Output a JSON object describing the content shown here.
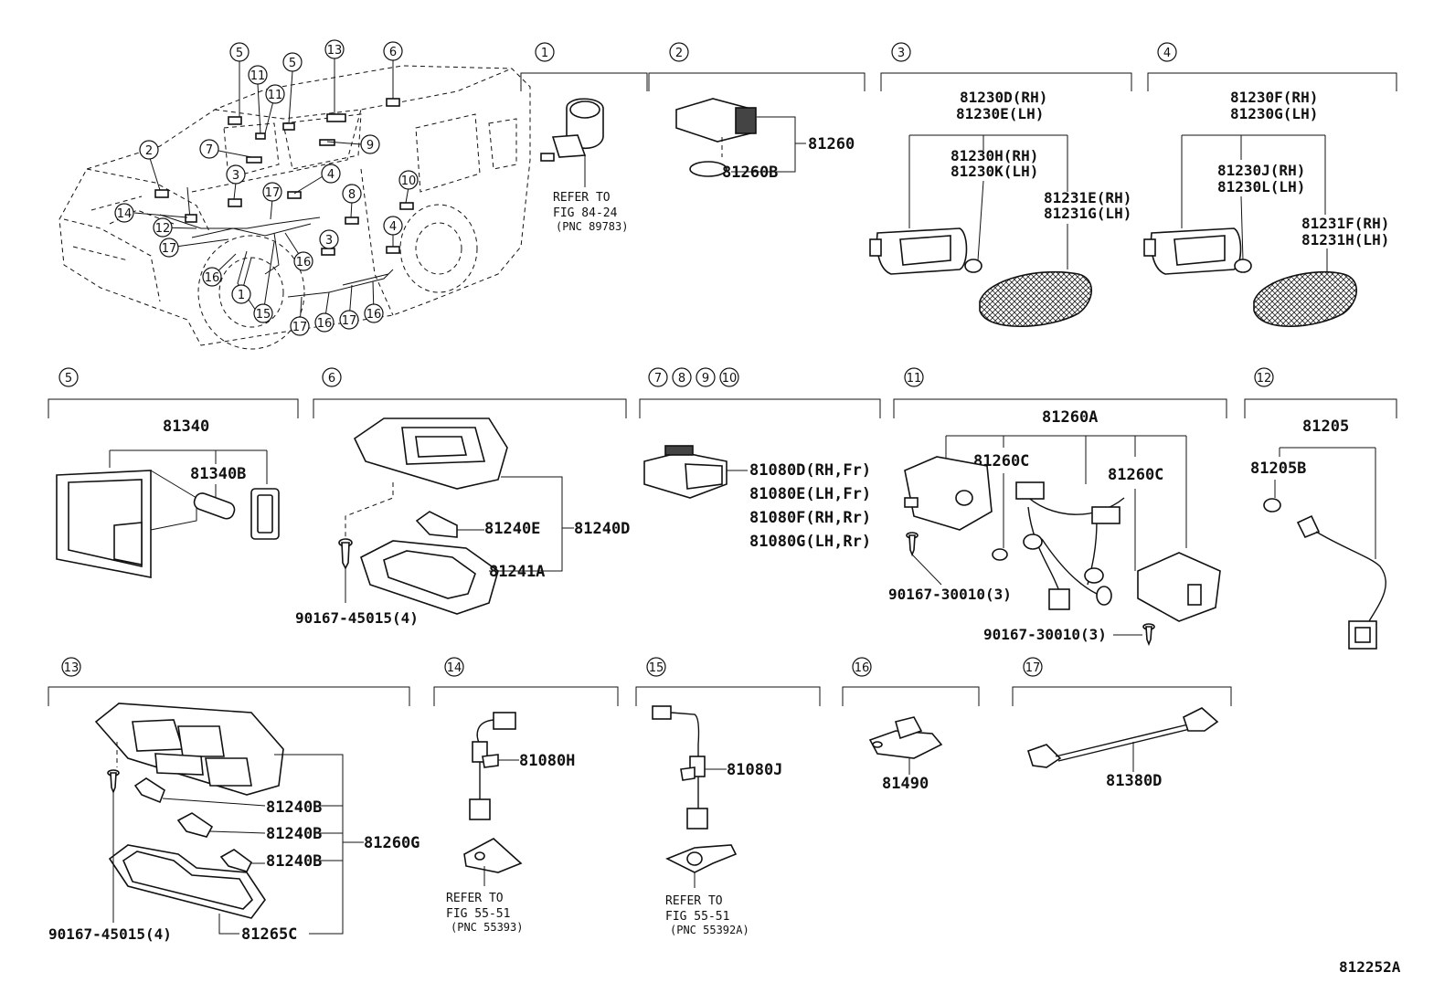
{
  "diagram_id": "812252A",
  "car_callouts": [
    "1",
    "2",
    "3",
    "4",
    "5",
    "6",
    "7",
    "8",
    "9",
    "10",
    "11",
    "12",
    "13",
    "14",
    "15",
    "16",
    "17"
  ],
  "section_callouts": {
    "s1": "1",
    "s2": "2",
    "s3": "3",
    "s4": "4",
    "s5": "5",
    "s6": "6",
    "s7": "7",
    "s8": "8",
    "s9": "9",
    "s10": "10",
    "s11": "11",
    "s12": "12",
    "s13": "13",
    "s14": "14",
    "s15": "15",
    "s16": "16",
    "s17": "17"
  },
  "sections": {
    "s1": {
      "ref1": "REFER TO",
      "ref2": "FIG 84-24",
      "ref3": "(PNC 89783)"
    },
    "s2": {
      "main": "81260",
      "sub": "81260B"
    },
    "s3": {
      "a1": "81230D(RH)",
      "a2": "81230E(LH)",
      "b1": "81230H(RH)",
      "b2": "81230K(LH)",
      "c1": "81231E(RH)",
      "c2": "81231G(LH)"
    },
    "s4": {
      "a1": "81230F(RH)",
      "a2": "81230G(LH)",
      "b1": "81230J(RH)",
      "b2": "81230L(LH)",
      "c1": "81231F(RH)",
      "c2": "81231H(LH)"
    },
    "s5": {
      "main": "81340",
      "sub": "81340B"
    },
    "s6": {
      "main": "81240D",
      "bulb": "81240E",
      "lens": "81241A",
      "screw": "90167-45015(4)"
    },
    "s7_10": {
      "p1": "81080D(RH,Fr)",
      "p2": "81080E(LH,Fr)",
      "p3": "81080F(RH,Rr)",
      "p4": "81080G(LH,Rr)"
    },
    "s11": {
      "main": "81260A",
      "c_left": "81260C",
      "c_right": "81260C",
      "screw1": "90167-30010(3)",
      "screw2": "90167-30010(3)"
    },
    "s12": {
      "main": "81205",
      "sub": "81205B"
    },
    "s13": {
      "b1": "81240B",
      "b2": "81240B",
      "b3": "81240B",
      "main": "81260G",
      "lens": "81265C",
      "screw": "90167-45015(4)"
    },
    "s14": {
      "main": "81080H",
      "ref1": "REFER TO",
      "ref2": "FIG 55-51",
      "ref3": "(PNC 55393)"
    },
    "s15": {
      "main": "81080J",
      "ref1": "REFER TO",
      "ref2": "FIG 55-51",
      "ref3": "(PNC 55392A)"
    },
    "s16": {
      "main": "81490"
    },
    "s17": {
      "main": "81380D"
    }
  }
}
